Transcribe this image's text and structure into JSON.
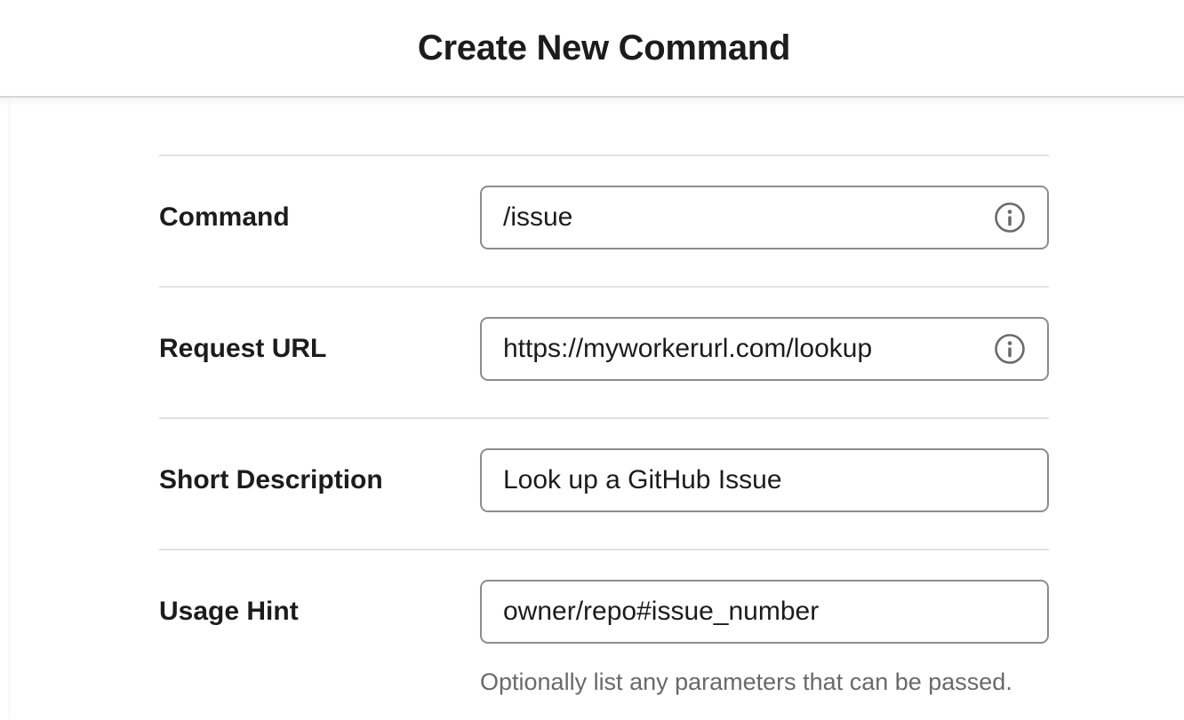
{
  "header": {
    "title": "Create New Command"
  },
  "form": {
    "fields": [
      {
        "id": "command",
        "label": "Command",
        "value": "/issue",
        "icon": "info-icon"
      },
      {
        "id": "request-url",
        "label": "Request URL",
        "value": "https://myworkerurl.com/lookup",
        "icon": "info-icon"
      },
      {
        "id": "short-description",
        "label": "Short Description",
        "value": "Look up a GitHub Issue"
      },
      {
        "id": "usage-hint",
        "label": "Usage Hint",
        "value": "owner/repo#issue_number",
        "help_text": "Optionally list any parameters that can be passed."
      }
    ]
  },
  "colors": {
    "text": "#1d1c1d",
    "divider": "#e2e2e2",
    "input_border": "#8d8d8d",
    "muted_text": "#696969",
    "background": "#ffffff"
  }
}
